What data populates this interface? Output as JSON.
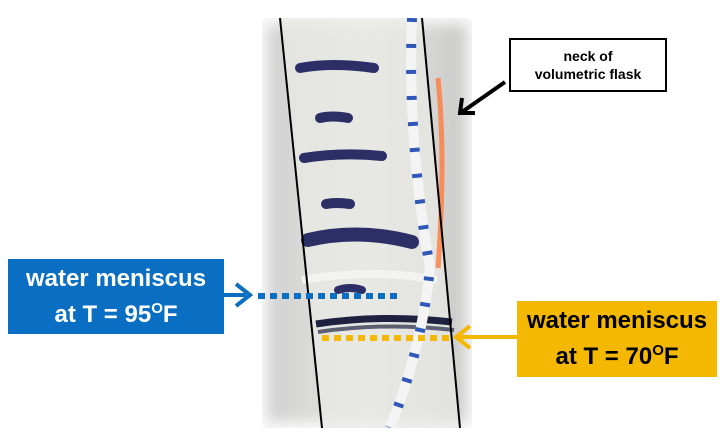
{
  "callout_top": {
    "line1": "neck of",
    "line2": "volumetric flask"
  },
  "label_left": {
    "line1": "water meniscus",
    "line2_pre": "at T = 95",
    "sup": "O",
    "line2_post": "F",
    "color": "#0a6fc2"
  },
  "label_right": {
    "line1": "water meniscus",
    "line2_pre": "at T = 70",
    "sup": "O",
    "line2_post": "F",
    "color": "#f5b800"
  }
}
